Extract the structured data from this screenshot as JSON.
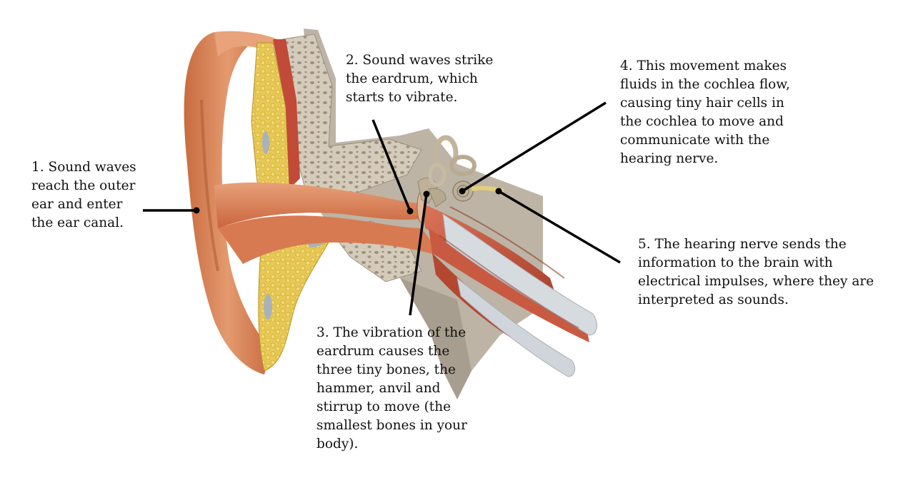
{
  "colors": {
    "skin": "#d9845a",
    "skin_dark": "#b86238",
    "cartilage": "#e6c64a",
    "bone": "#c9bfb0",
    "muscle": "#c8553e",
    "nerve": "#d8dde2",
    "ossicle": "#bfb199",
    "line": "#000000",
    "text": "#111111"
  },
  "labels": [
    {
      "id": "1",
      "text": "1. Sound waves\nreach the outer\near and enter\nthe ear canal."
    },
    {
      "id": "2",
      "text": "2. Sound waves strike\nthe eardrum, which\nstarts to vibrate."
    },
    {
      "id": "3",
      "text": "3. The vibration of the\neardrum causes the\nthree tiny bones, the\nhammer, anvil and\nstirrup to move (the\nsmallest bones in your\nbody)."
    },
    {
      "id": "4",
      "text": "4. This movement makes\nfluids in the cochlea flow,\ncausing tiny hair cells in\nthe cochlea to move and\ncommunicate with the\nhearing nerve."
    },
    {
      "id": "5",
      "text": "5. The hearing nerve sends the\ninformation to the brain with\nelectrical impulses, where they are\ninterpreted as sounds."
    }
  ]
}
